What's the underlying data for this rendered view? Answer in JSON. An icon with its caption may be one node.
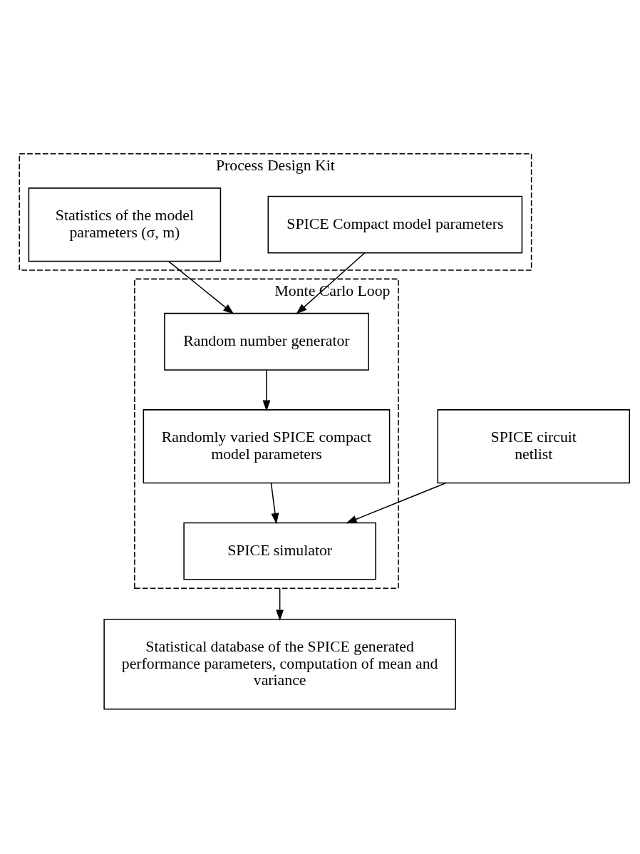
{
  "diagram": {
    "nodes": [
      {
        "text": [
          "Process Design Kit"
        ]
      },
      {
        "text": [
          "SPICE Compact model parameters"
        ],
        "in": 0
      },
      {
        "text": [
          "Statistics of the model parameters (σ, m)"
        ],
        "in": 0
      },
      {
        "text": [
          "Monte Carlo Loop"
        ]
      },
      {
        "text": [
          "Random number generator"
        ],
        "in": 3
      },
      {
        "text": [
          "Randomly varied SPICE compact model parameters"
        ],
        "in": 3
      },
      {
        "text": [
          "SPICE simulator"
        ],
        "in": 3
      },
      {
        "text": [
          "SPICE circuit netlist"
        ]
      },
      {
        "text": [
          "Statistical database of the SPICE generated performance parameters, computation of mean and variance"
        ]
      }
    ],
    "edges": [
      {
        "from": 1,
        "to": 4,
        "arrow": "to"
      },
      {
        "from": 2,
        "to": 4,
        "arrow": "to"
      },
      {
        "from": 4,
        "to": 5,
        "arrow": "to"
      },
      {
        "from": 5,
        "to": 6,
        "arrow": "to"
      },
      {
        "from": 7,
        "to": 6,
        "arrow": "to"
      },
      {
        "from": 3,
        "to": 8,
        "arrow": "to"
      }
    ]
  }
}
